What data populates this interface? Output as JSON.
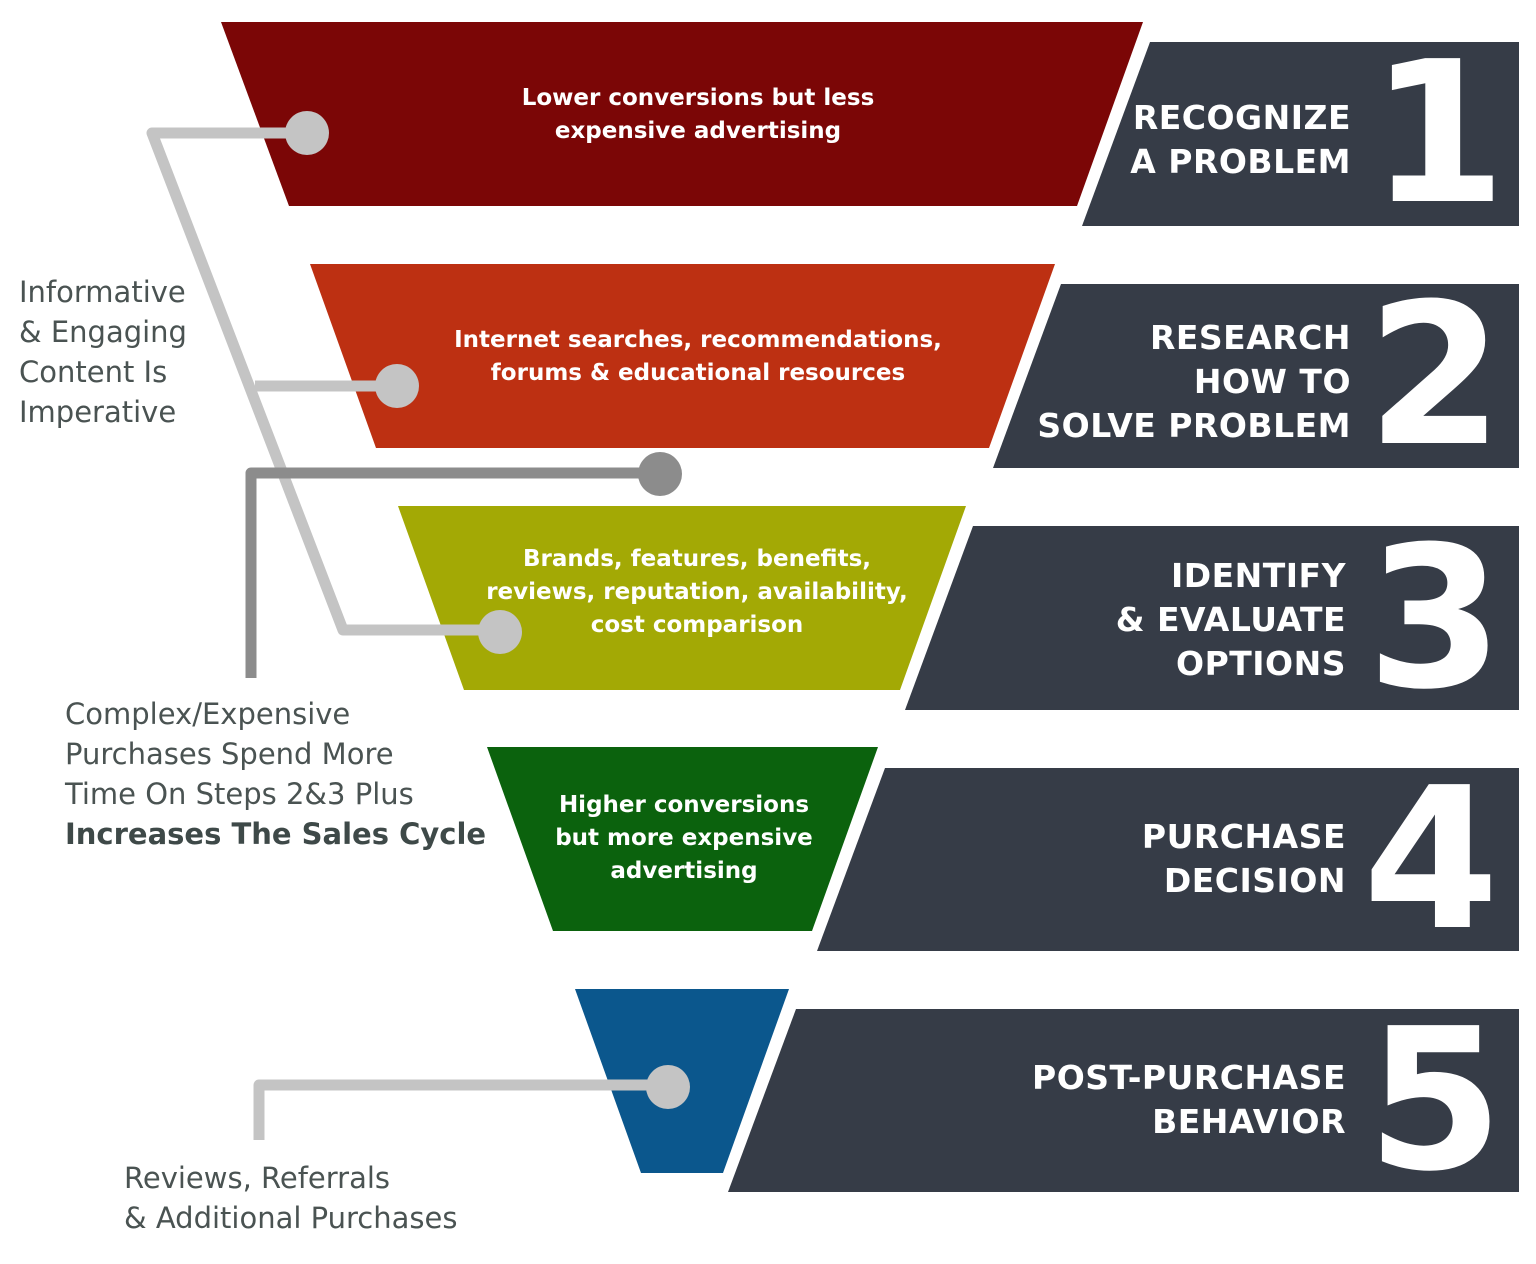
{
  "colors": {
    "stage1": "#7b0606",
    "stage2": "#bd3012",
    "stage3": "#a3a905",
    "stage4": "#0b620d",
    "stage5": "#0b578d",
    "label_bg": "#363c47",
    "connector_light": "#c4c4c4",
    "connector_dark": "#8c8c8c",
    "note_text": "#4a5352"
  },
  "stages": [
    {
      "number": "1",
      "title_lines": [
        "RECOGNIZE",
        "A PROBLEM"
      ],
      "desc_lines": [
        [
          "Lower conversions but ",
          "less"
        ],
        [
          "expensive",
          " advertising"
        ]
      ]
    },
    {
      "number": "2",
      "title_lines": [
        "RESEARCH",
        "HOW TO",
        "SOLVE PROBLEM"
      ],
      "desc_lines": [
        [
          "Internet searches, recommendations,"
        ],
        [
          "forums & educational resources"
        ]
      ]
    },
    {
      "number": "3",
      "title_lines": [
        "IDENTIFY",
        "& EVALUATE",
        "OPTIONS"
      ],
      "desc_lines": [
        [
          "Brands, features, benefits,"
        ],
        [
          "reviews, reputation, availability,"
        ],
        [
          "cost comparison"
        ]
      ]
    },
    {
      "number": "4",
      "title_lines": [
        "PURCHASE",
        "DECISION"
      ],
      "desc_lines": [
        [
          "Higher conversions"
        ],
        [
          "but ",
          "more expensive"
        ],
        [
          "advertising"
        ]
      ]
    },
    {
      "number": "5",
      "title_lines": [
        "POST-PURCHASE",
        "BEHAVIOR"
      ],
      "desc_lines": []
    }
  ],
  "notes": {
    "content": {
      "line1": "Informative",
      "line2": "& Engaging",
      "line3": "Content Is",
      "line4": "Imperative"
    },
    "complex": {
      "line1": "Complex/Expensive",
      "line2": "Purchases Spend More",
      "line3": "Time On Steps 2&3 Plus",
      "line4_bold": "Increases The Sales Cycle"
    },
    "reviews": {
      "line1": "Reviews, Referrals",
      "line2": "& Additional Purchases"
    }
  }
}
